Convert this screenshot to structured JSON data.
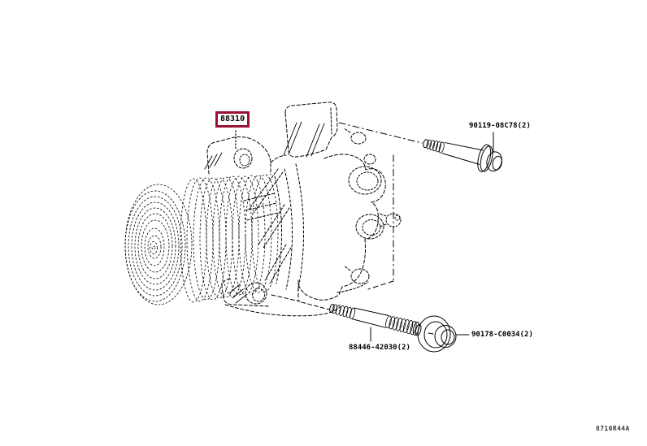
{
  "diagram": {
    "highlighted_callout": {
      "part_number": "88310"
    },
    "callouts": {
      "bolt": {
        "part_number": "90119-08C78(2)"
      },
      "stud": {
        "part_number": "88446-42030(2)"
      },
      "nut": {
        "part_number": "90178-C0034(2)"
      }
    },
    "figure_code": "8710R44A",
    "colors": {
      "highlight_border": "#9b1236",
      "line": "#000000",
      "text": "#000000",
      "background": "#ffffff"
    }
  }
}
